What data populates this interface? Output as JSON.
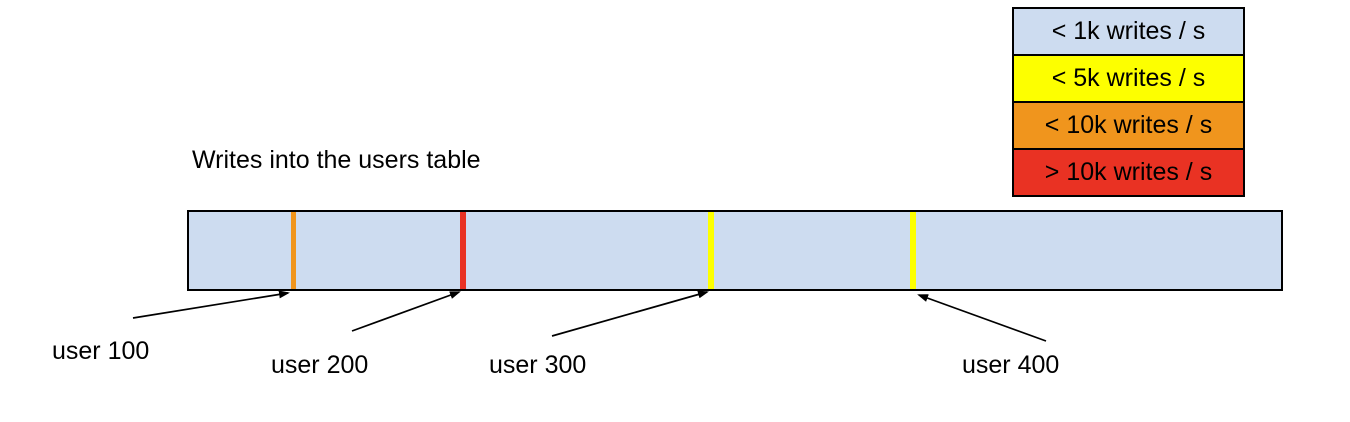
{
  "title": "Writes into the users table",
  "legend": {
    "items": [
      {
        "label": "< 1k writes / s",
        "color": "#cddcf0"
      },
      {
        "label": "< 5k writes / s",
        "color": "#fdff00"
      },
      {
        "label": "< 10k writes / s",
        "color": "#f0951d"
      },
      {
        "label": "> 10k writes / s",
        "color": "#e93223"
      }
    ]
  },
  "bar": {
    "fill": "#cddcf0",
    "ticks": [
      {
        "label": "user 100",
        "color": "#f0951d",
        "write_rate": "< 10k writes / s"
      },
      {
        "label": "user 200",
        "color": "#e93223",
        "write_rate": "> 10k writes / s"
      },
      {
        "label": "user 300",
        "color": "#fdff00",
        "write_rate": "< 5k writes / s"
      },
      {
        "label": "user 400",
        "color": "#fdff00",
        "write_rate": "< 5k writes / s"
      }
    ]
  }
}
